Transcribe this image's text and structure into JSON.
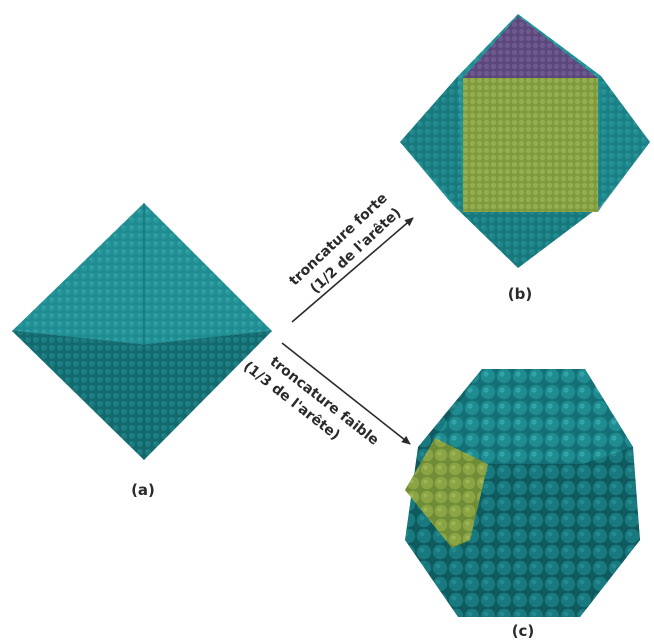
{
  "labels": {
    "a": "(a)",
    "b": "(b)",
    "c": "(c)",
    "strong_line1": "troncature forte",
    "strong_line2": "(1/2 de l'arête)",
    "weak_line1": "troncature faible",
    "weak_line2": "(1/3 de l'arête)"
  },
  "colors": {
    "teal": "#1f8c91",
    "teal_dark": "#136a6e",
    "teal_light": "#2a9da2",
    "square_face": "#8da846",
    "square_face_top": "#6c548c",
    "arrow": "#2a2a2a"
  }
}
